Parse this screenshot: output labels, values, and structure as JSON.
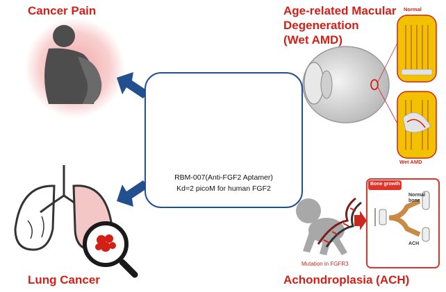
{
  "center": {
    "line1": "RBM-007(Anti-FGF2 Aptamer)",
    "line2": "Kd=2 picoM for human FGF2"
  },
  "indications": {
    "cancer_pain": "Cancer Pain",
    "amd_line1": "Age-related Macular",
    "amd_line2": "Degeneration",
    "amd_line3": "(Wet AMD)",
    "lung_cancer": "Lung Cancer",
    "ach": "Achondroplasia (ACH)"
  },
  "amd_inset": {
    "normal": "Normal",
    "wet_amd": "Wet AMD"
  },
  "ach_inset": {
    "bone_growth": "Bone growth",
    "normal_bone": "Normal bone",
    "ach": "ACH",
    "mutation": "Mutation in FGFR3"
  },
  "colors": {
    "title_red": "#d31f16",
    "arrow_blue": "#22508f",
    "panel_yellow": "#f2c200"
  }
}
